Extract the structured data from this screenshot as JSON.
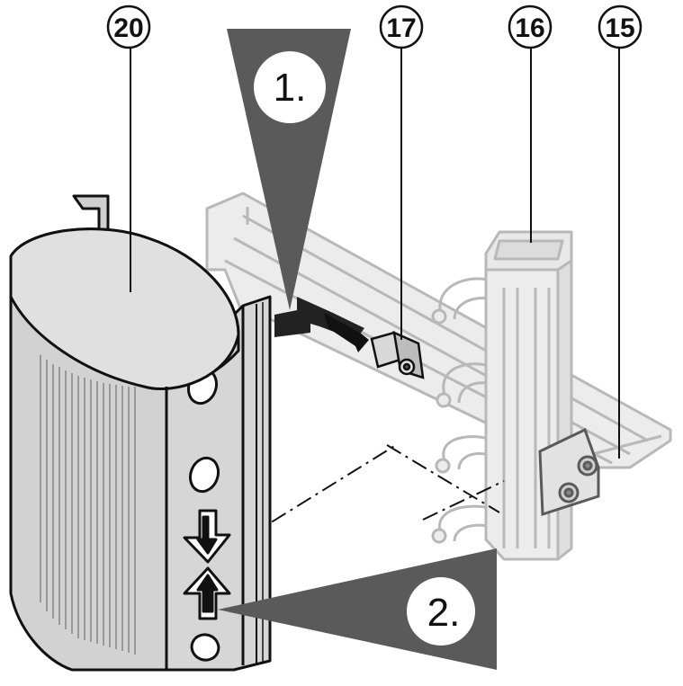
{
  "callouts": {
    "c20": "20",
    "c17": "17",
    "c16": "16",
    "c15": "15"
  },
  "steps": {
    "step1": "1.",
    "step2": "2."
  },
  "colors": {
    "outline": "#111111",
    "dark_grey": "#5a5a5a",
    "mid_grey": "#cfcfcf",
    "light_grey": "#e4e4e4",
    "ghost_stroke": "#b8b8b8"
  }
}
